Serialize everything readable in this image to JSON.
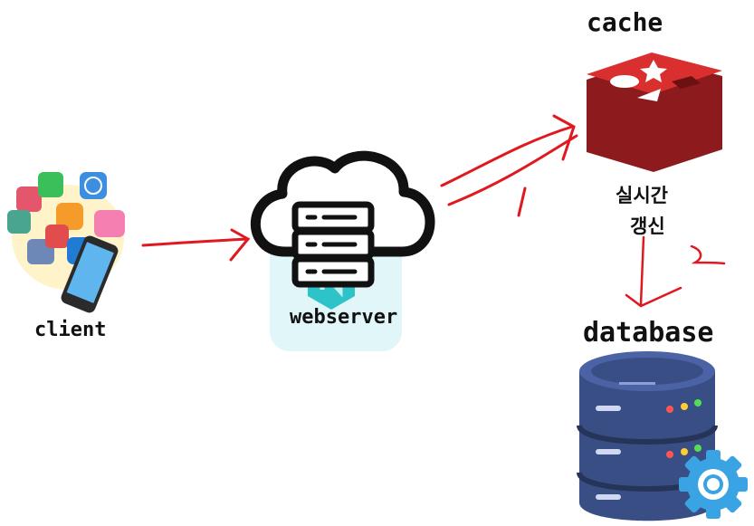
{
  "nodes": {
    "client": {
      "label": "client"
    },
    "webserver": {
      "label": "webserver"
    },
    "cache": {
      "label": "cache"
    },
    "database": {
      "label": "database"
    }
  },
  "annotation": {
    "line1": "실시간",
    "line2": "갱신"
  },
  "colors": {
    "arrow": "#e0181f",
    "redis_red": "#c8262a",
    "redis_dark": "#8d1a1d",
    "db_blue": "#3a4e86",
    "db_dark": "#27345a",
    "gear_blue": "#3aa3e3",
    "nginx_teal": "#2ec2c9",
    "nginx_bg": "#e1f6f8"
  }
}
